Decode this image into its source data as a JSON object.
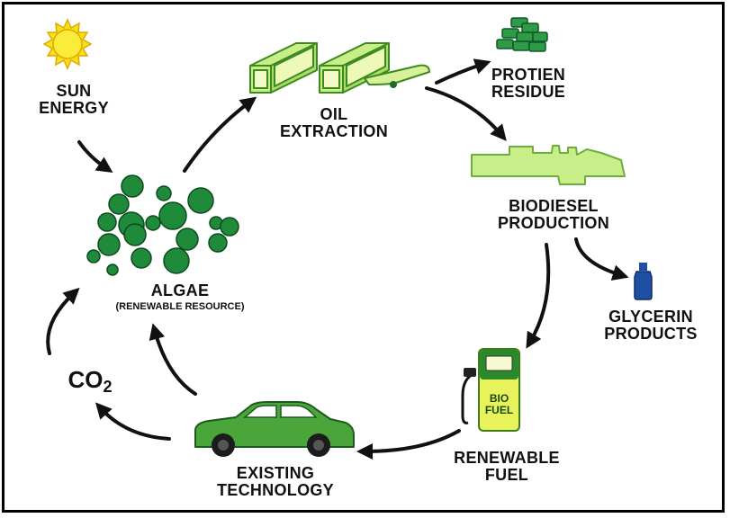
{
  "labels": {
    "sun_line1": "SUN",
    "sun_line2": "ENERGY",
    "oil_line1": "OIL",
    "oil_line2": "EXTRACTION",
    "protien_line1": "PROTIEN",
    "protien_line2": "RESIDUE",
    "biodiesel_line1": "BIODIESEL",
    "biodiesel_line2": "PRODUCTION",
    "glycerin_line1": "GLYCERIN",
    "glycerin_line2": "PRODUCTS",
    "renewable_line1": "RENEWABLE",
    "renewable_line2": "FUEL",
    "existing_line1": "EXISTING",
    "existing_line2": "TECHNOLOGY",
    "algae_title": "ALGAE",
    "algae_subtitle": "(RENEWABLE RESOURCE)",
    "co2_text": "CO",
    "co2_sub": "2",
    "pump_line1": "BIO",
    "pump_line2": "FUEL"
  },
  "icons": [
    "sun-icon",
    "algae-icon",
    "extraction-trays-icon",
    "protein-blocks-icon",
    "biodiesel-plant-icon",
    "glycerin-bottle-icon",
    "fuel-pump-icon",
    "car-icon"
  ],
  "colors": {
    "algae_green": "#1f8a3a",
    "light_green": "#c8ee8a",
    "mid_green": "#58b43a",
    "sun_yellow": "#f7e21a",
    "bottle_blue": "#1f4fa3",
    "pump_yellow": "#e8f25a"
  }
}
